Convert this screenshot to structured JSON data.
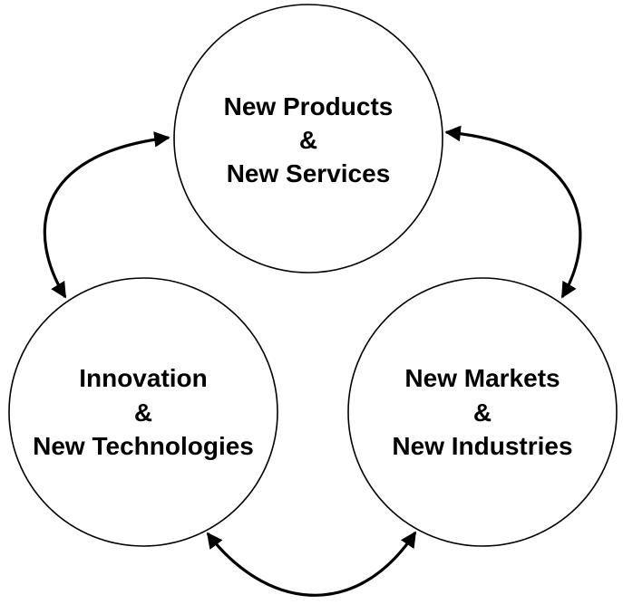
{
  "nodes": {
    "products": {
      "line1": "New Products",
      "line2": "&",
      "line3": "New Services"
    },
    "innovation": {
      "line1": "Innovation",
      "line2": "&",
      "line3": "New Technologies"
    },
    "markets": {
      "line1": "New Markets",
      "line2": "&",
      "line3": "New Industries"
    }
  },
  "connectors": [
    {
      "from": "innovation",
      "to": "products",
      "bidirectional": true
    },
    {
      "from": "products",
      "to": "markets",
      "bidirectional": true
    },
    {
      "from": "innovation",
      "to": "markets",
      "bidirectional": true
    }
  ],
  "colors": {
    "stroke": "#000000",
    "background": "#ffffff",
    "text": "#000000"
  }
}
